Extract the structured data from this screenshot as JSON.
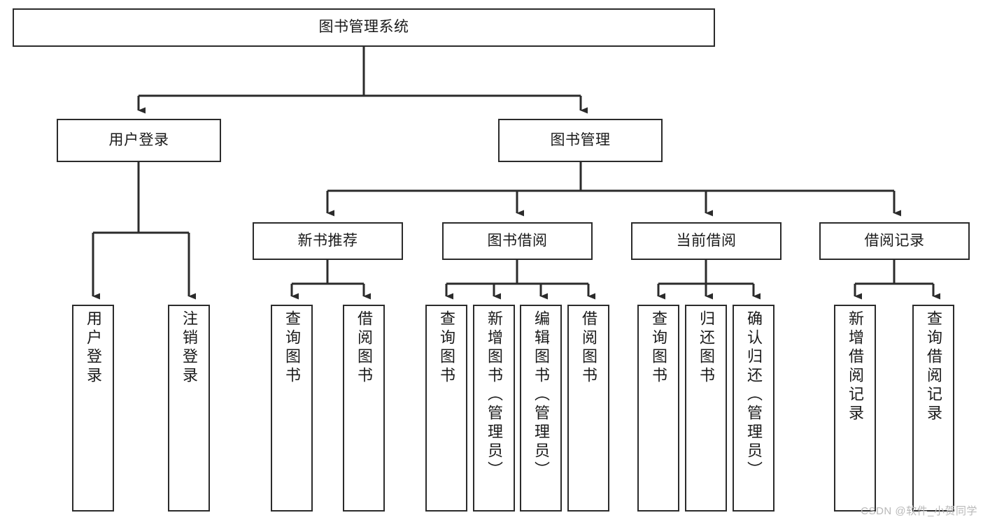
{
  "diagram": {
    "title": "图书管理系统",
    "watermark": "CSDN @软件_小贺同学",
    "line_color": "#2b2b2b",
    "box_fill": "#ffffff",
    "text_color": "#1a1a1a",
    "watermark_color": "#b9b9b9",
    "root": {
      "label": "图书管理系统"
    },
    "level1": [
      {
        "label": "用户登录"
      },
      {
        "label": "图书管理"
      }
    ],
    "level2": [
      {
        "label": "新书推荐"
      },
      {
        "label": "图书借阅"
      },
      {
        "label": "当前借阅"
      },
      {
        "label": "借阅记录"
      }
    ],
    "leaves": {
      "user_login": [
        {
          "label": "用户登录"
        },
        {
          "label": "注销登录"
        }
      ],
      "new_book_recommend": [
        {
          "label": "查询图书"
        },
        {
          "label": "借阅图书"
        }
      ],
      "book_borrow": [
        {
          "label": "查询图书"
        },
        {
          "label": "新增图书（管理员）"
        },
        {
          "label": "编辑图书（管理员）"
        },
        {
          "label": "借阅图书"
        }
      ],
      "current_borrow": [
        {
          "label": "查询图书"
        },
        {
          "label": "归还图书"
        },
        {
          "label": "确认归还（管理员）"
        }
      ],
      "borrow_records": [
        {
          "label": "新增借阅记录"
        },
        {
          "label": "查询借阅记录"
        }
      ]
    }
  }
}
